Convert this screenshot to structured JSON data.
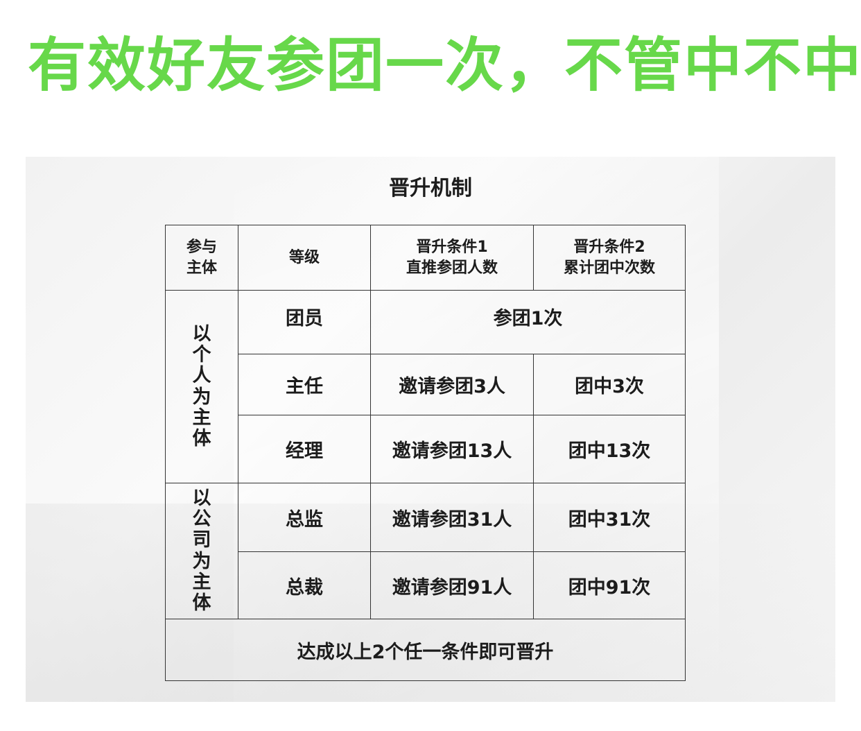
{
  "headline": "有效好友参团一次，不管中不中",
  "table": {
    "title": "晋升机制",
    "headers": {
      "subject_line1": "参与",
      "subject_line2": "主体",
      "level": "等级",
      "cond1_line1": "晋升条件1",
      "cond1_line2": "直推参团人数",
      "cond2_line1": "晋升条件2",
      "cond2_line2": "累计团中次数"
    },
    "groups": {
      "individual": [
        "以",
        "个",
        "人",
        "为",
        "主",
        "体"
      ],
      "company": [
        "以",
        "公",
        "司",
        "为",
        "主",
        "体"
      ]
    },
    "rows": [
      {
        "level": "团员",
        "merged": "参团1次"
      },
      {
        "level": "主任",
        "cond1": "邀请参团3人",
        "cond2": "团中3次"
      },
      {
        "level": "经理",
        "cond1": "邀请参团13人",
        "cond2": "团中13次"
      },
      {
        "level": "总监",
        "cond1": "邀请参团31人",
        "cond2": "团中31次"
      },
      {
        "level": "总裁",
        "cond1": "邀请参团91人",
        "cond2": "团中91次"
      }
    ],
    "footer": "达成以上2个任一条件即可晋升"
  },
  "colors": {
    "headline": "#67d84a",
    "border": "#333333",
    "text": "#1c1c1c"
  }
}
